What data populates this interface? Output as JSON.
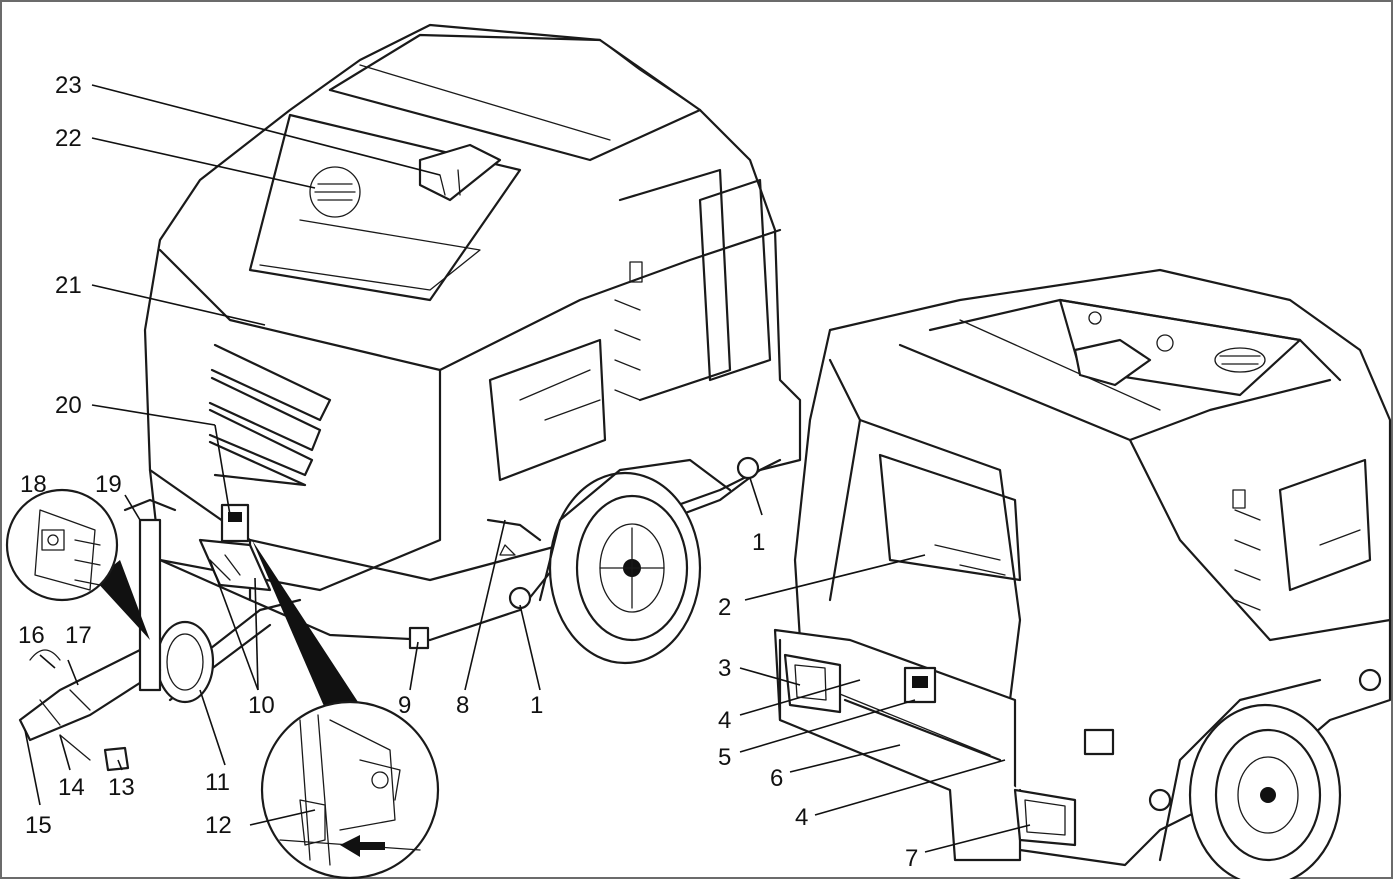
{
  "callouts": {
    "c1a": "1",
    "c1b": "1",
    "c2": "2",
    "c3": "3",
    "c4a": "4",
    "c4b": "4",
    "c5": "5",
    "c6": "6",
    "c7": "7",
    "c8": "8",
    "c9": "9",
    "c10": "10",
    "c11": "11",
    "c12": "12",
    "c13": "13",
    "c14": "14",
    "c15": "15",
    "c16": "16",
    "c17": "17",
    "c18": "18",
    "c19": "19",
    "c20": "20",
    "c21": "21",
    "c22": "22",
    "c23": "23"
  },
  "colors": {
    "ink": "#1a1a1a",
    "paper": "#ffffff",
    "frame": "#6b6b6b"
  }
}
